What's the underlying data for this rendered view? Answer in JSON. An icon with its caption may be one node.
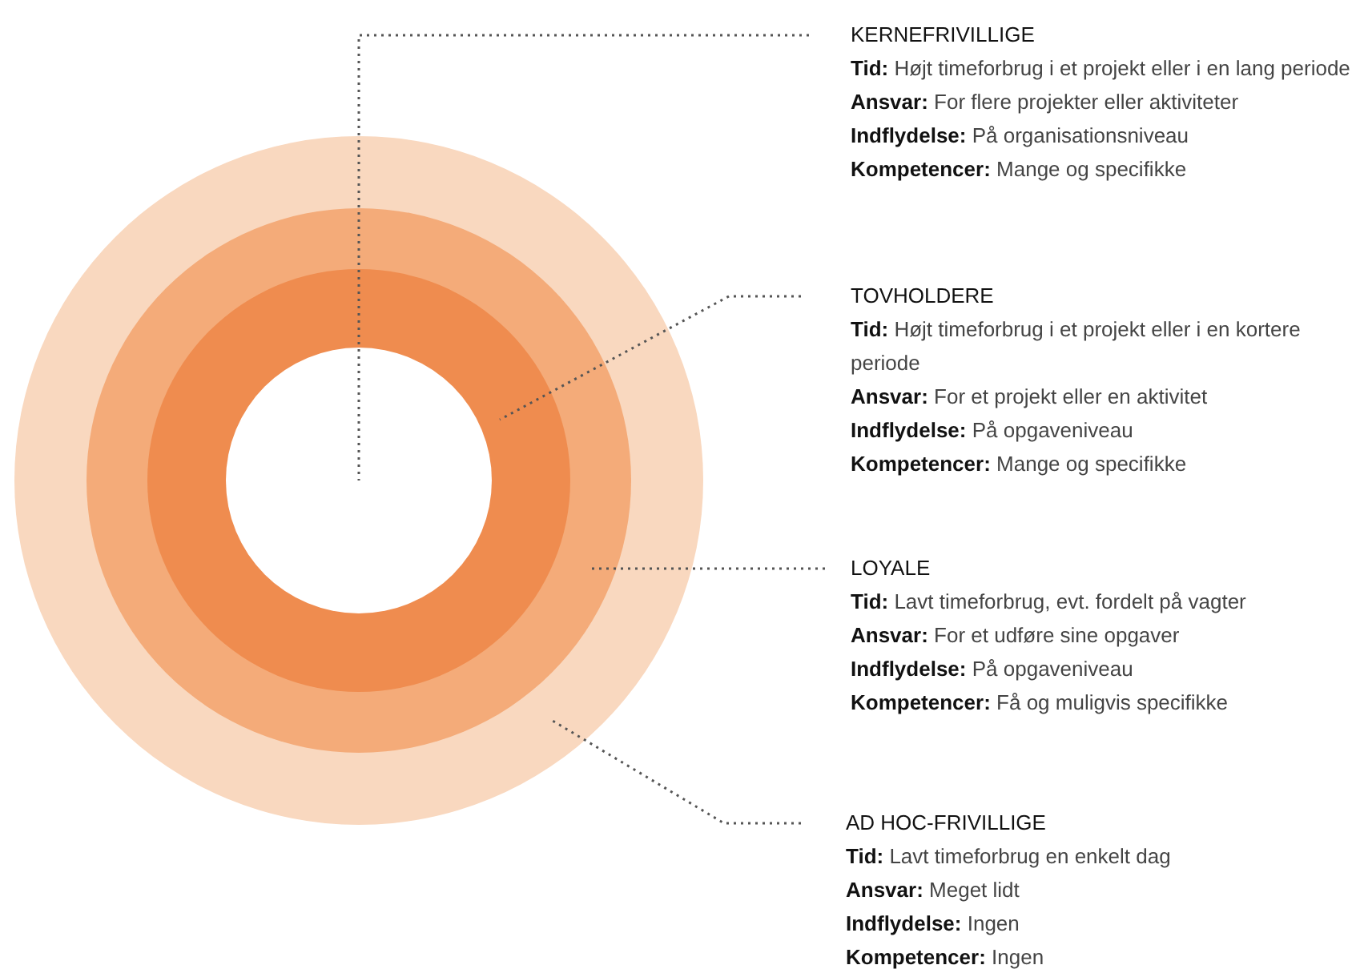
{
  "diagram": {
    "nodes": [
      {
        "text": [
          "KERNEFRIVILLIGE",
          "**Tid:** Højt timeforbrug i et projekt eller i en lang periode",
          "**Ansvar:** For flere projekter eller aktiviteter",
          "**Indflydelse:** På organisationsniveau",
          "**Kompetencer:** Mange og specifikke"
        ]
      },
      {
        "text": [
          "TOVHOLDERE",
          "**Tid:** Højt timeforbrug i et projekt eller i en kortere periode",
          "**Ansvar:** For et projekt eller en aktivitet",
          "**Indflydelse:** På opgaveniveau",
          "**Kompetencer:** Mange og specifikke"
        ]
      },
      {
        "text": [
          "LOYALE",
          "**Tid:** Lavt timeforbrug, evt. fordelt på vagter",
          "**Ansvar:** For et udføre sine opgaver",
          "**Indflydelse:** På opgaveniveau",
          "**Kompetencer:** Få og muligvis specifikke"
        ]
      },
      {
        "text": [
          "AD HOC-FRIVILLIGE",
          "**Tid:** Lavt timeforbrug en enkelt dag",
          "**Ansvar:** Meget lidt",
          "**Indflydelse:** Ingen",
          "**Kompetencer:** Ingen"
        ]
      },
      {
        "text": [],
        "shape": "circle"
      },
      {
        "text": [],
        "shape": "circle",
        "in": 4
      },
      {
        "text": [],
        "shape": "circle",
        "in": 5
      },
      {
        "text": [],
        "shape": "circle",
        "in": 6
      }
    ],
    "edges": [
      {
        "from": 0,
        "to": 7,
        "arrow": "none"
      },
      {
        "from": 1,
        "to": 6,
        "arrow": "none"
      },
      {
        "from": 2,
        "to": 5,
        "arrow": "none"
      },
      {
        "from": 3,
        "to": 4,
        "arrow": "none"
      }
    ]
  }
}
